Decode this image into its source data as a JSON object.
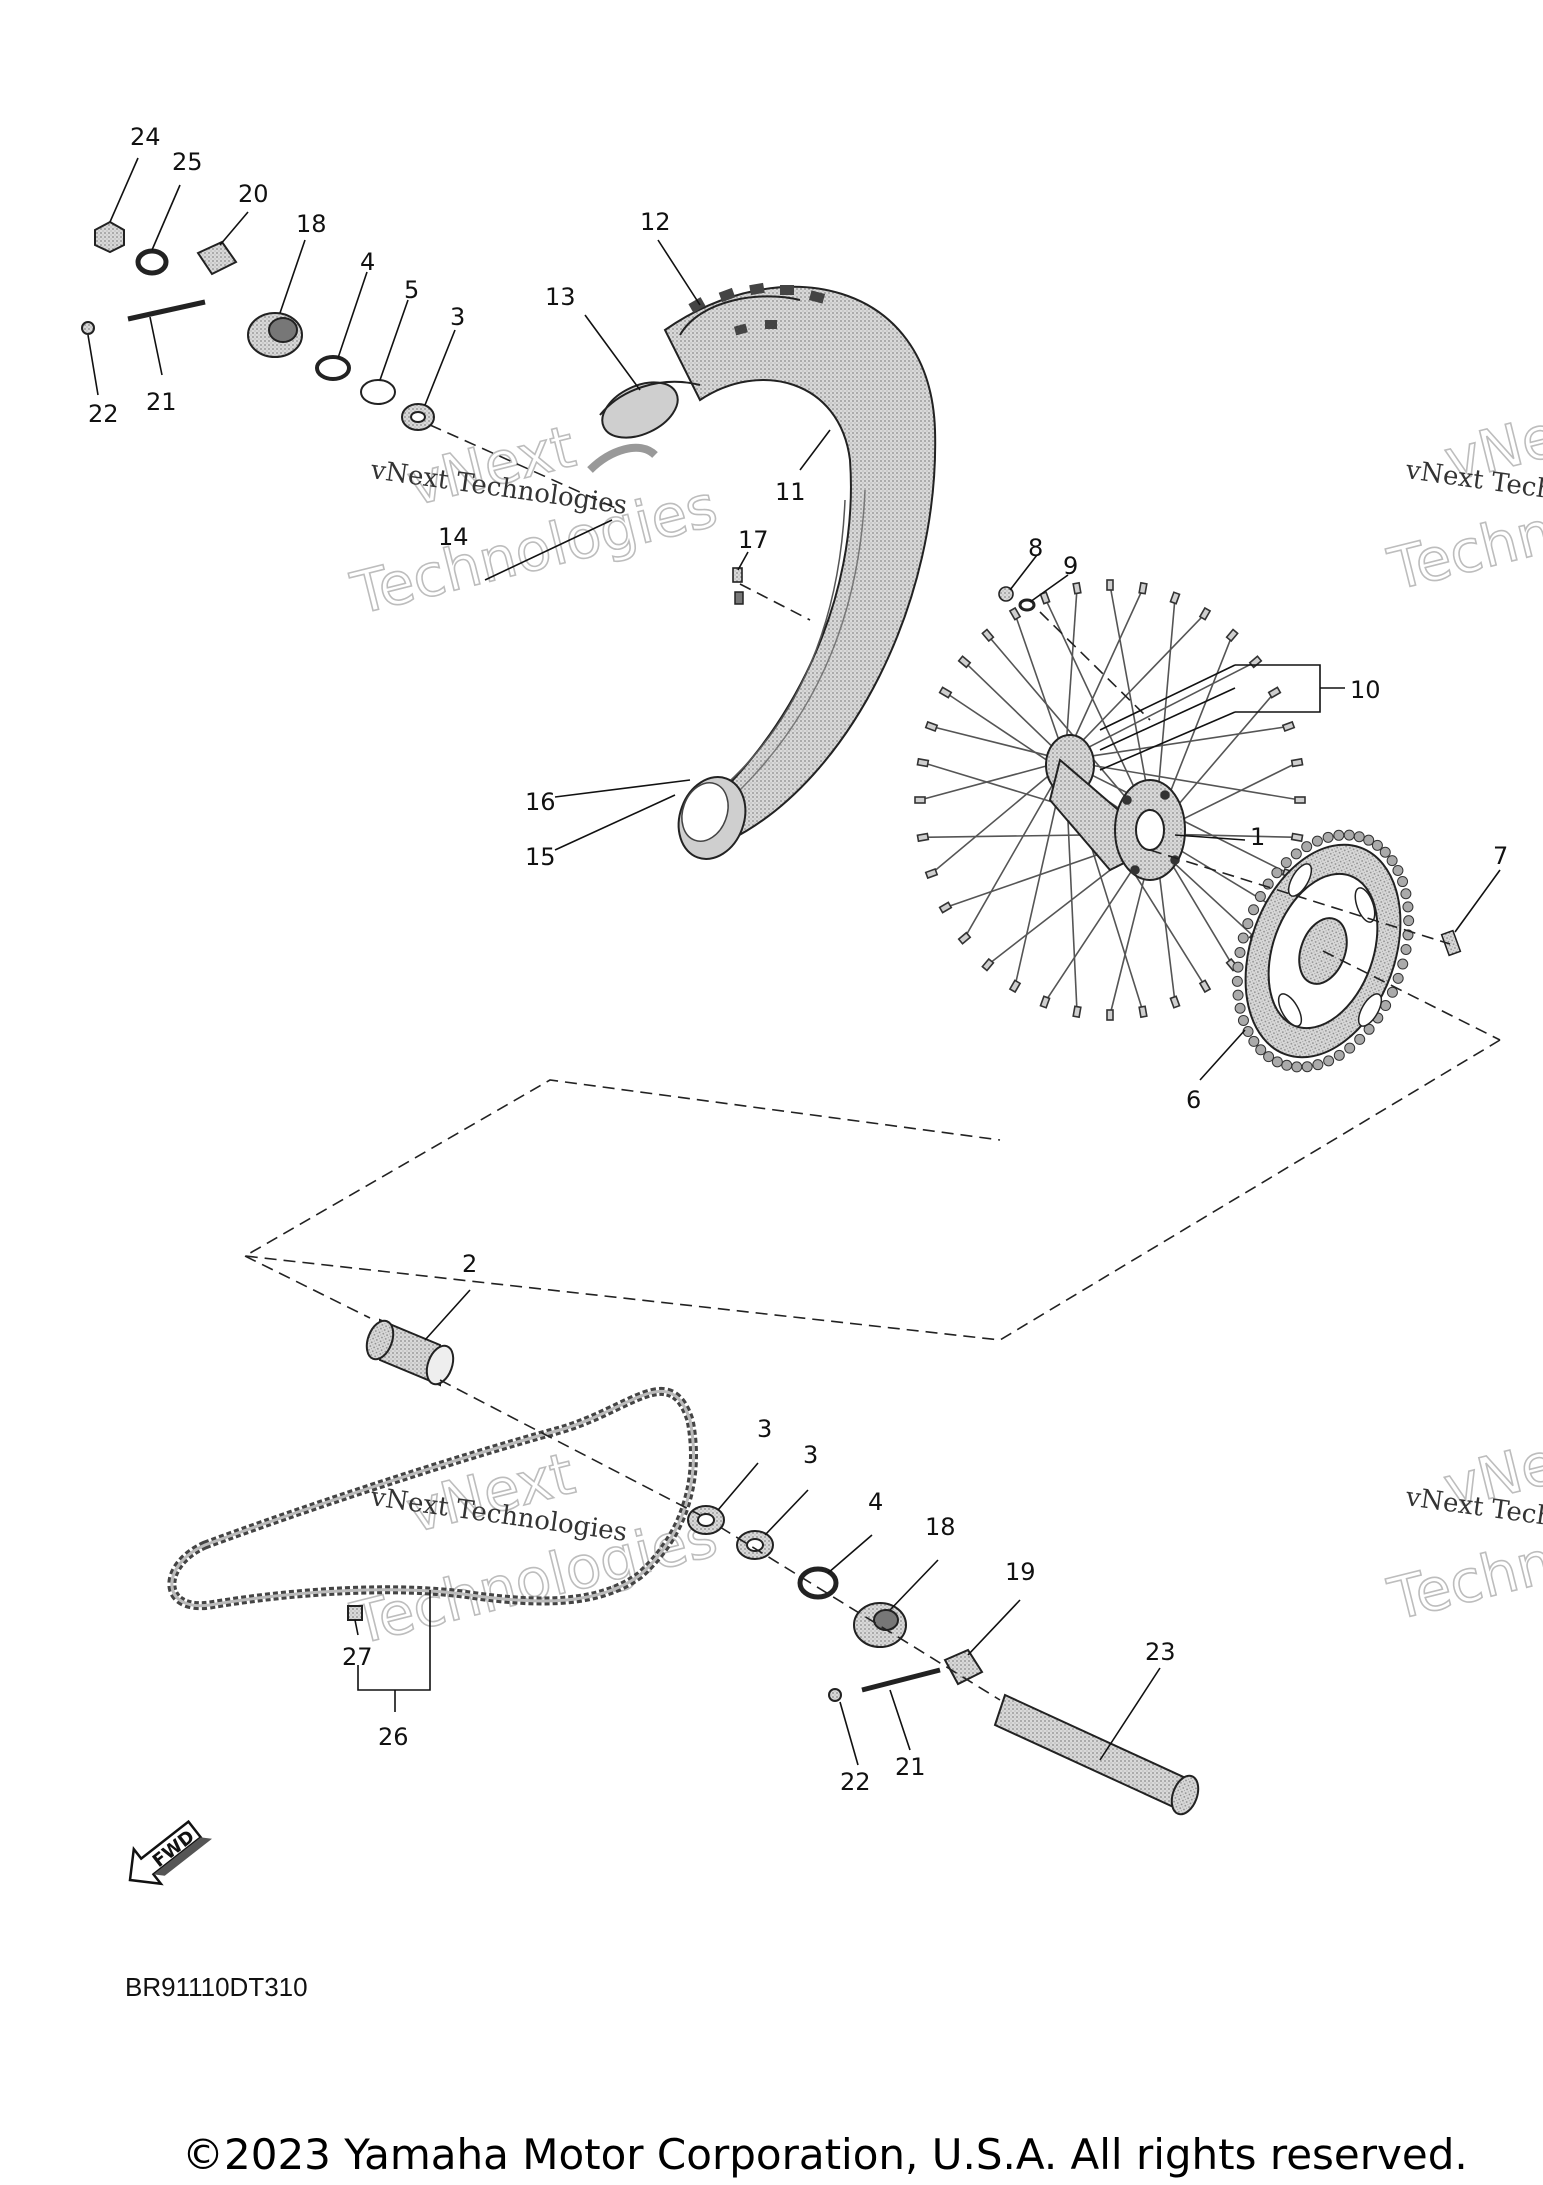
{
  "diagram_code": "BR91110DT310",
  "copyright": "©2023 Yamaha Motor Corporation, U.S.A. All rights reserved.",
  "fwd_label": "FWD",
  "watermark": {
    "line1": "vNext Technologies",
    "line2": "vNext",
    "line3": "Technologies"
  },
  "callouts": {
    "c24": "24",
    "c25": "25",
    "c20": "20",
    "c18a": "18",
    "c4a": "4",
    "c5": "5",
    "c3a": "3",
    "c22a": "22",
    "c21a": "21",
    "c12": "12",
    "c13": "13",
    "c11": "11",
    "c14": "14",
    "c17": "17",
    "c16": "16",
    "c15": "15",
    "c8": "8",
    "c9": "9",
    "c10": "10",
    "c1": "1",
    "c7": "7",
    "c6": "6",
    "c2": "2",
    "c3b": "3",
    "c3c": "3",
    "c4b": "4",
    "c18b": "18",
    "c19": "19",
    "c23": "23",
    "c27": "27",
    "c26": "26",
    "c22b": "22",
    "c21b": "21"
  }
}
